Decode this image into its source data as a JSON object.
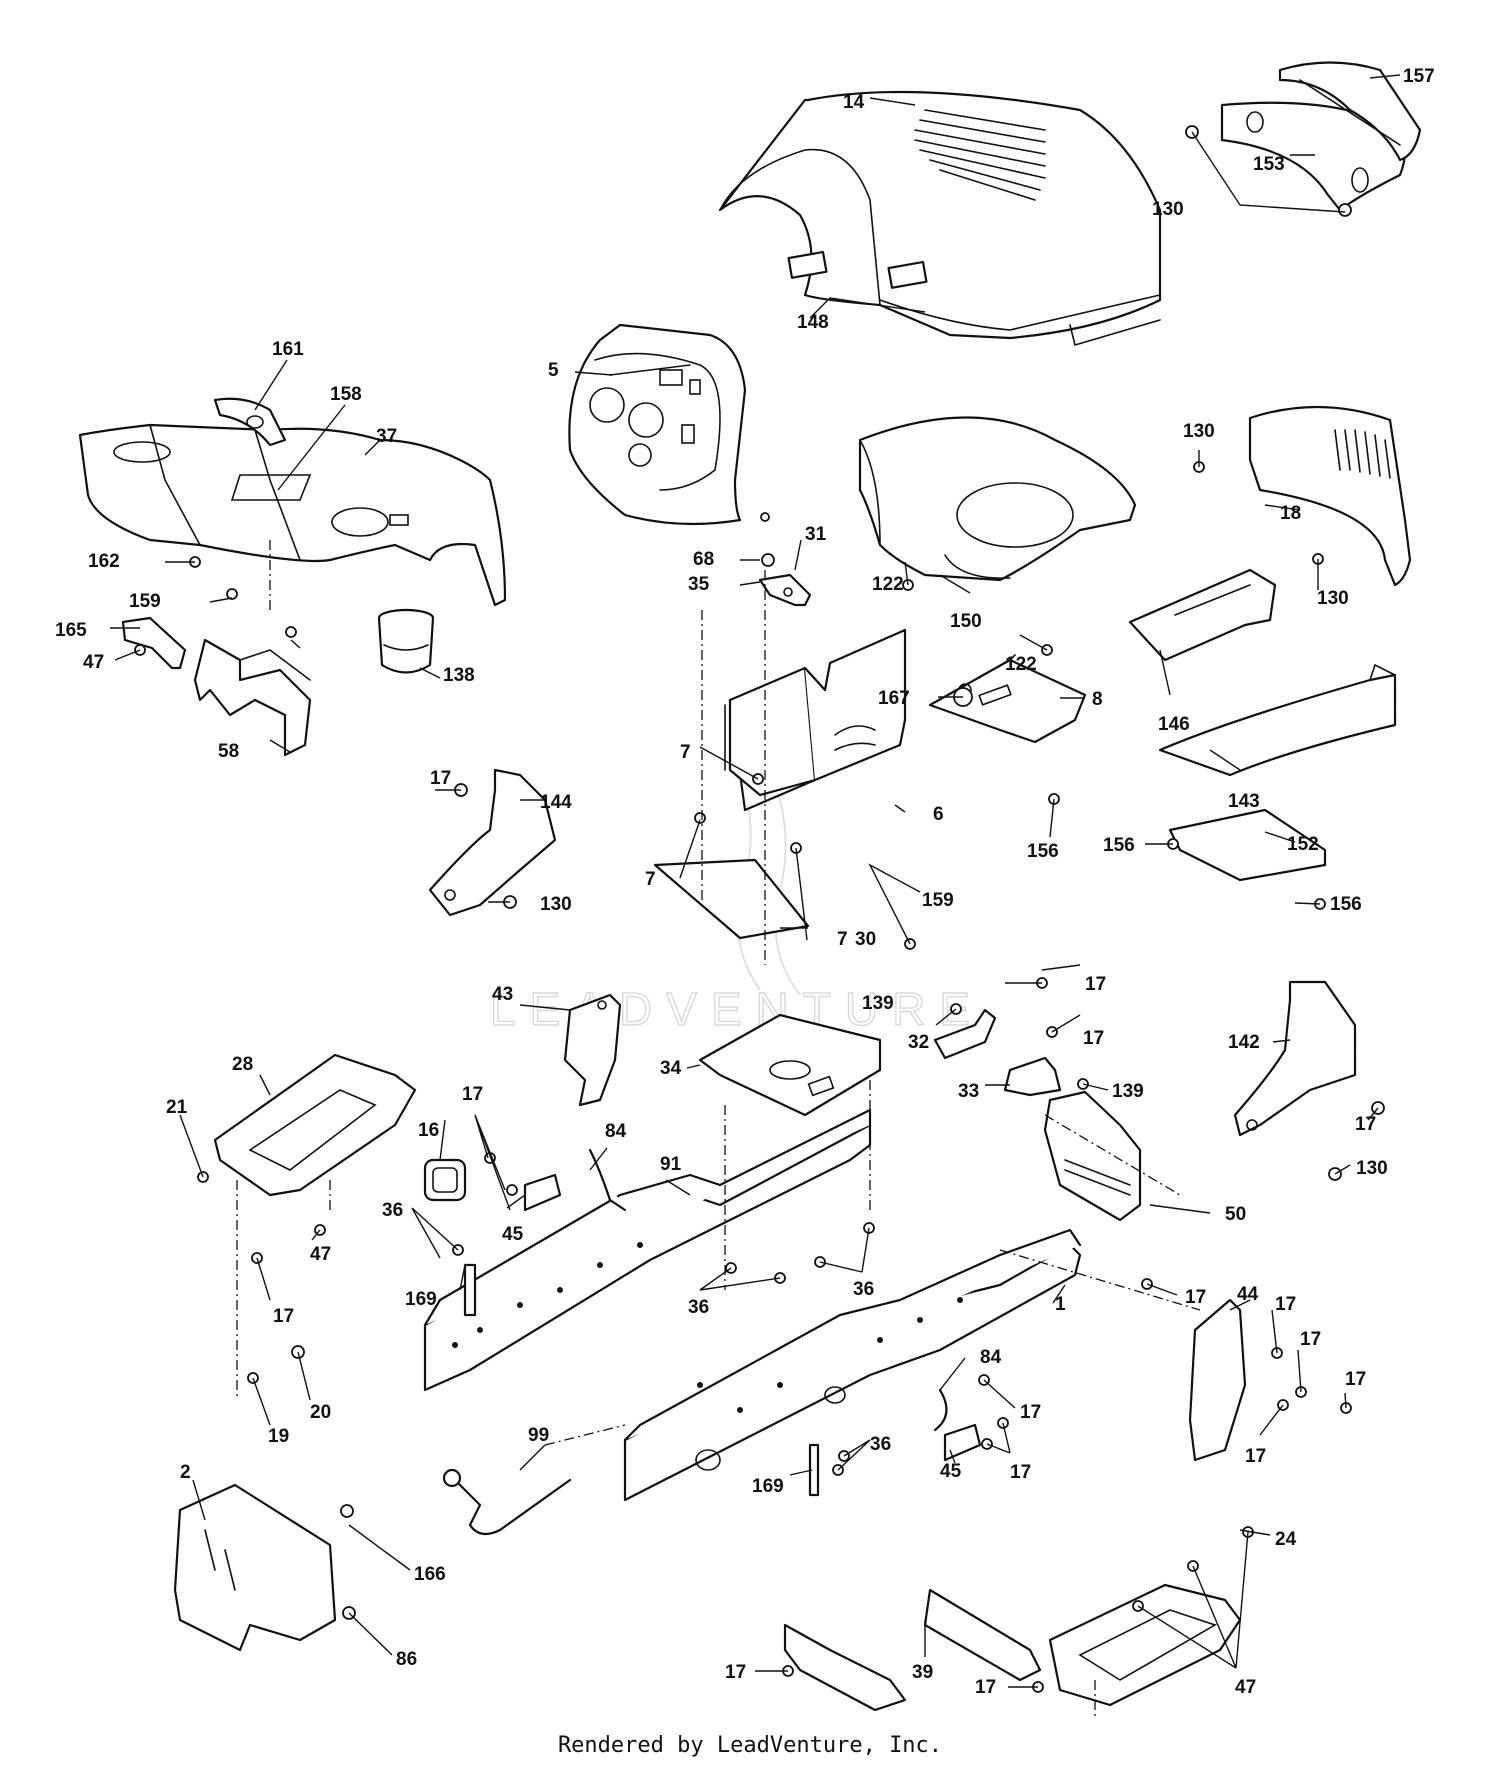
{
  "diagram": {
    "watermark": "LEADVENTURE",
    "footer": "Rendered by LeadVenture, Inc.",
    "callouts": [
      "14",
      "157",
      "153",
      "130",
      "148",
      "161",
      "158",
      "37",
      "5",
      "162",
      "159",
      "165",
      "47",
      "58",
      "138",
      "17",
      "144",
      "130",
      "68",
      "31",
      "35",
      "7",
      "7",
      "7",
      "30",
      "6",
      "159",
      "167",
      "8",
      "156",
      "122",
      "150",
      "122",
      "130",
      "18",
      "130",
      "146",
      "143",
      "156",
      "152",
      "156",
      "43",
      "139",
      "17",
      "17",
      "32",
      "33",
      "139",
      "142",
      "17",
      "130",
      "28",
      "21",
      "47",
      "17",
      "16",
      "17",
      "45",
      "84",
      "91",
      "34",
      "36",
      "169",
      "36",
      "36",
      "50",
      "17",
      "1",
      "44",
      "17",
      "17",
      "17",
      "17",
      "20",
      "19",
      "84",
      "17",
      "45",
      "17",
      "36",
      "169",
      "99",
      "2",
      "166",
      "86",
      "24",
      "17",
      "39",
      "17",
      "47"
    ]
  }
}
